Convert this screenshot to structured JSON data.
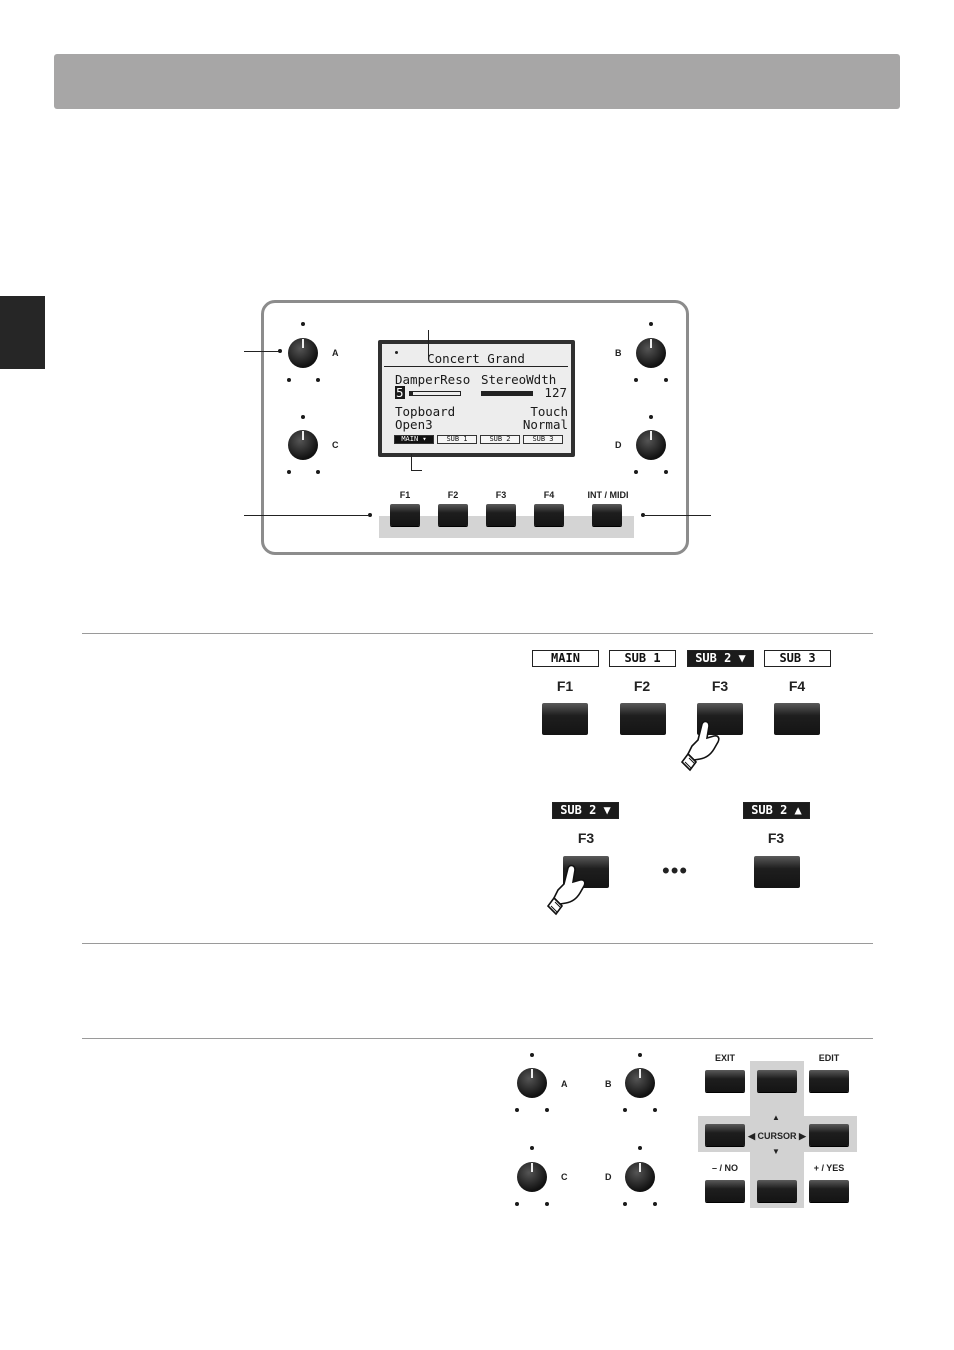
{
  "display": {
    "tone_name": "Concert Grand",
    "param1_name": "DamperReso",
    "param2_name": "StereoWdth",
    "param1_value": "5",
    "param2_value": "127",
    "param1_level": 0.05,
    "param2_level": 1.0,
    "param3_name": "Topboard",
    "param4_name": "Touch",
    "param3_value": "Open3",
    "param4_value": "Normal",
    "tabs": [
      "MAIN",
      "SUB 1",
      "SUB 2",
      "SUB 3"
    ],
    "active_tab": "MAIN"
  },
  "panel": {
    "knob_labels": [
      "A",
      "B",
      "C",
      "D"
    ],
    "function_buttons": [
      "F1",
      "F2",
      "F3",
      "F4",
      "INT / MIDI"
    ]
  },
  "section1": {
    "tab_tags": [
      "MAIN",
      "SUB 1",
      "SUB 2",
      "SUB 3"
    ],
    "button_labels": [
      "F1",
      "F2",
      "F3",
      "F4"
    ],
    "toggle_before_tag": "SUB 2",
    "toggle_after_tag": "SUB 2",
    "toggle_label_before": "F3",
    "toggle_label_after": "F3",
    "ellipsis": "•••"
  },
  "section3": {
    "knob_labels": [
      "A",
      "B",
      "C",
      "D"
    ],
    "exit_label": "EXIT",
    "edit_label": "EDIT",
    "cursor_label": "CURSOR",
    "no_label": "– / NO",
    "yes_label": "+ / YES"
  }
}
